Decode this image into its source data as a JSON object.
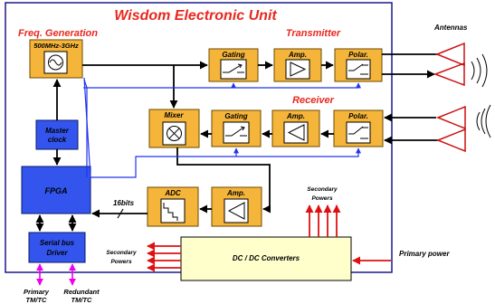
{
  "diagram": {
    "title": "Wisdom Electronic Unit",
    "sections": {
      "freq_generation": "Freq. Generation",
      "transmitter": "Transmitter",
      "receiver": "Receiver"
    },
    "blocks": {
      "oscillator": "500MHz-3GHz",
      "tx_gating": "Gating",
      "tx_amp": "Amp.",
      "tx_polar": "Polar.",
      "mixer": "Mixer",
      "rx_gating": "Gating",
      "rx_amp": "Amp.",
      "rx_polar": "Polar.",
      "master_clock_line1": "Master",
      "master_clock_line2": "clock",
      "fpga": "FPGA",
      "adc": "ADC",
      "adc_amp": "Amp.",
      "serial_bus_line1": "Serial bus",
      "serial_bus_line2": "Driver",
      "dcdc": "DC / DC Converters"
    },
    "labels": {
      "antennas": "Antennas",
      "bus_width": "16bits",
      "secondary_powers_top_line1": "Secondary",
      "secondary_powers_top_line2": "Powers",
      "secondary_powers_left_line1": "Secondary",
      "secondary_powers_left_line2": "Powers",
      "primary_power": "Primary power",
      "primary_tmtc_line1": "Primary",
      "primary_tmtc_line2": "TM/TC",
      "redundant_tmtc_line1": "Redundant",
      "redundant_tmtc_line2": "TM/TC"
    },
    "colors": {
      "title_red": "#e8281e",
      "block_orange": "#f5b53a",
      "block_blue": "#3355ee",
      "dcdc_fill": "#ffffcc",
      "frame_blue": "#1a1a8a",
      "control_blue": "#2233ee",
      "power_red": "#e01010",
      "tmtc_magenta": "#ee00ee"
    },
    "icons": {
      "oscillator": "sine-wave-icon",
      "gating": "switch-icon",
      "amplifier": "triangle-amplifier-icon",
      "polarizer": "polarization-switch-icon",
      "mixer": "mixer-cross-icon",
      "adc": "staircase-icon",
      "antenna": "horn-antenna-icon"
    }
  }
}
